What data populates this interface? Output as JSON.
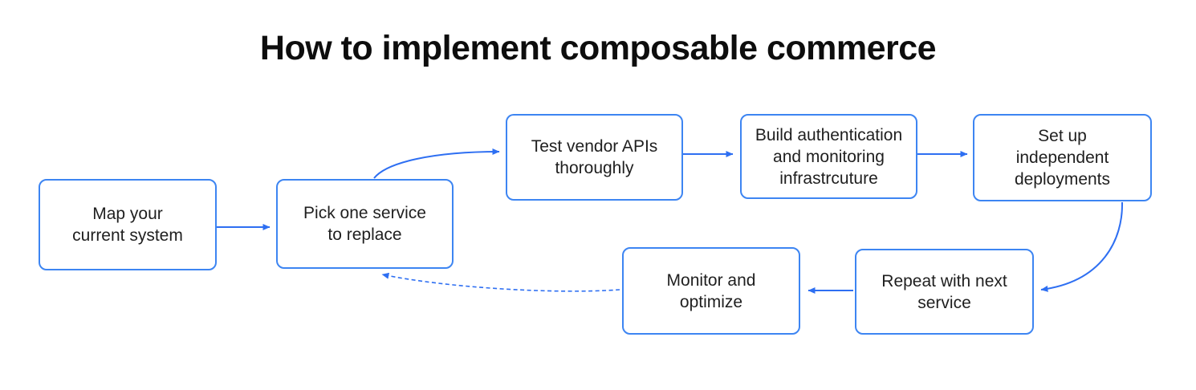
{
  "title": "How to implement composable commerce",
  "colors": {
    "box_border": "#3d85f2",
    "arrow": "#2e6ff2",
    "node_text": "#1f1f1f",
    "title_text": "#0d0d0d",
    "background": "#ffffff"
  },
  "diagram": {
    "type": "flowchart",
    "nodes": [
      {
        "id": "map-current-system",
        "lines": [
          "Map your",
          "current system"
        ]
      },
      {
        "id": "pick-one-service",
        "lines": [
          "Pick one service",
          "to replace"
        ]
      },
      {
        "id": "test-vendor-apis",
        "lines": [
          "Test vendor APIs",
          "thoroughly"
        ]
      },
      {
        "id": "build-auth-monitoring",
        "lines": [
          "Build authentication",
          "and monitoring",
          "infrastrcuture"
        ]
      },
      {
        "id": "set-up-independent-deployments",
        "lines": [
          "Set up",
          "independent",
          "deployments"
        ]
      },
      {
        "id": "monitor-and-optimize",
        "lines": [
          "Monitor and",
          "optimize"
        ]
      },
      {
        "id": "repeat-with-next-service",
        "lines": [
          "Repeat with next",
          "service"
        ]
      }
    ],
    "edges": [
      {
        "from": "map-current-system",
        "to": "pick-one-service",
        "style": "solid"
      },
      {
        "from": "pick-one-service",
        "to": "test-vendor-apis",
        "style": "solid-curved"
      },
      {
        "from": "test-vendor-apis",
        "to": "build-auth-monitoring",
        "style": "solid"
      },
      {
        "from": "build-auth-monitoring",
        "to": "set-up-independent-deployments",
        "style": "solid"
      },
      {
        "from": "set-up-independent-deployments",
        "to": "repeat-with-next-service",
        "style": "solid-curved"
      },
      {
        "from": "repeat-with-next-service",
        "to": "monitor-and-optimize",
        "style": "solid"
      },
      {
        "from": "monitor-and-optimize",
        "to": "pick-one-service",
        "style": "dashed-curved"
      }
    ]
  }
}
